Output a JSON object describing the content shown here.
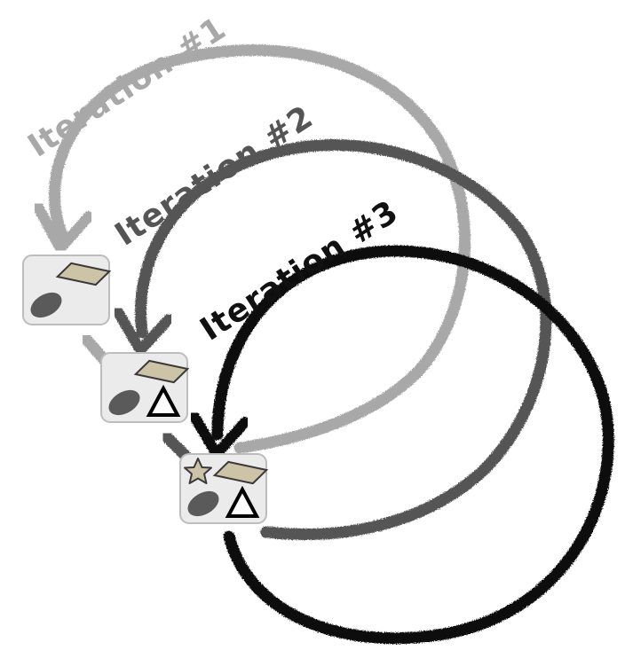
{
  "iterations": [
    {
      "label": "Iteration #1",
      "color": "#a8a8a8",
      "shapes": [
        "parallelogram",
        "ellipse"
      ]
    },
    {
      "label": "Iteration #2",
      "color": "#555555",
      "shapes": [
        "parallelogram",
        "ellipse",
        "triangle"
      ]
    },
    {
      "label": "Iteration #3",
      "color": "#111111",
      "shapes": [
        "star",
        "parallelogram",
        "ellipse",
        "triangle"
      ]
    }
  ],
  "colors": {
    "tile_fill": "#ebebeb",
    "tile_border": "#bdbdbd",
    "shape_tan": "#cdc3a6",
    "shape_dark": "#5a5a5a"
  }
}
